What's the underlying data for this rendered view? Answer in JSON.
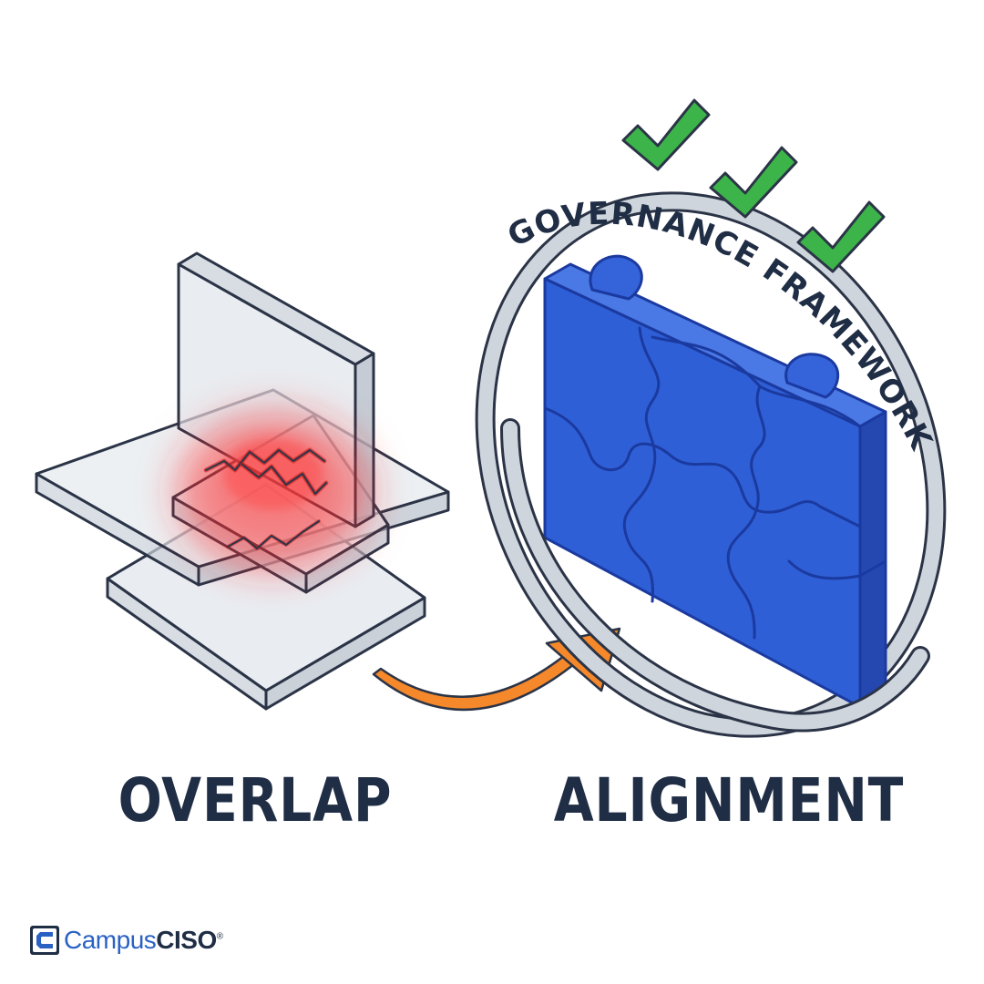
{
  "left_panel": {
    "label": "OVERLAP"
  },
  "right_panel": {
    "label": "ALIGNMENT",
    "ring_text": "GOVERNANCE FRAMEWORK",
    "checkmark_count": 3
  },
  "brand": {
    "name_regular": "Campus",
    "name_bold": "CISO",
    "registered_mark": "®"
  },
  "colors": {
    "text_dark": "#1f2d45",
    "puzzle_blue": "#2f5fd6",
    "puzzle_edge": "#1b3aa0",
    "conflict_red": "#ff3030",
    "arrow_orange": "#f5882a",
    "check_green": "#3cb44a",
    "glass_fill": "#dde3ea",
    "outline": "#2b3447",
    "brand_blue": "#2a62c4"
  }
}
